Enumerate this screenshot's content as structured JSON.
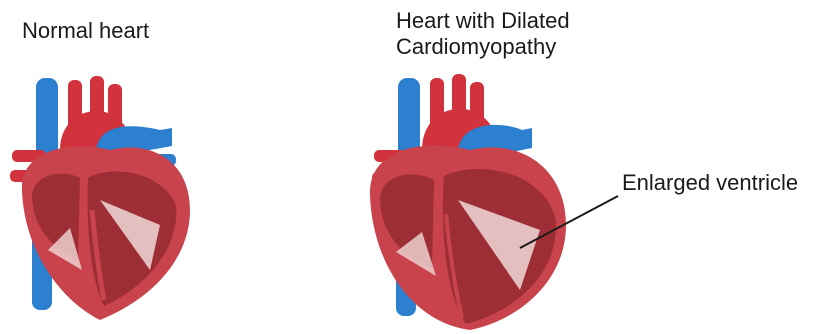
{
  "normal": {
    "title": "Normal heart"
  },
  "dilated": {
    "title_line1": "Heart with Dilated",
    "title_line2": "Cardiomyopathy"
  },
  "callout": {
    "label": "Enlarged ventricle"
  },
  "colors": {
    "vein_blue": "#2d7fd0",
    "artery_red": "#d2323c",
    "wall_red": "#c8434b",
    "chamber_dark": "#9e2e36",
    "tissue_pink": "#f0d8d8",
    "leader_line": "#1a1a1a"
  }
}
